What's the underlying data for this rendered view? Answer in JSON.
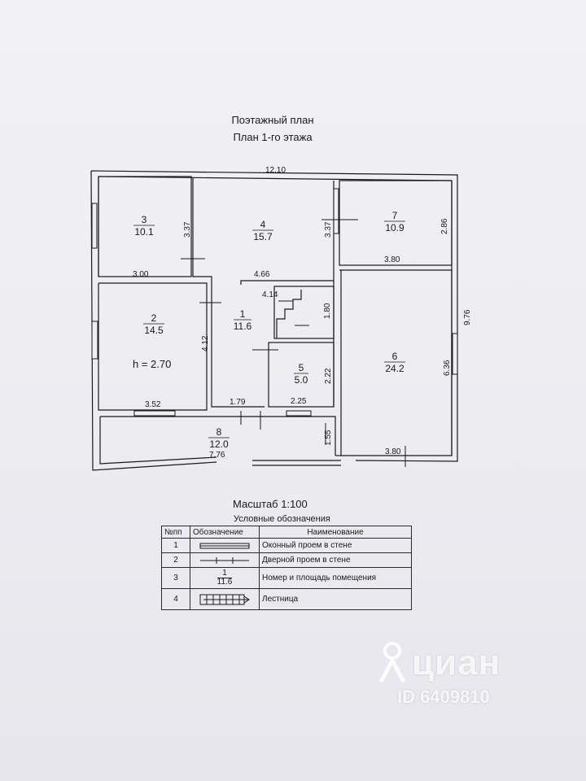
{
  "header": {
    "title": "Поэтажный план",
    "subtitle": "План 1-го этажа"
  },
  "dimensions": {
    "total_width": "12.10",
    "total_depth": "9.76",
    "room3_width": "3.00",
    "room3_depth": "3.37",
    "room4_width": "4.66",
    "room4_depth": "3.37",
    "room7_depth": "2.86",
    "room7_width": "3.80",
    "stair_width": "4.14",
    "stair_depth": "1.80",
    "room2_depth": "4.12",
    "room2_width": "3.52",
    "hall_width": "1.79",
    "room5_width": "2.25",
    "room5_depth": "2.22",
    "room6_depth": "6.36",
    "room6_width": "3.80",
    "room8_width": "7.76",
    "vestibule_depth": "1.55",
    "ceiling_height": "h = 2.70"
  },
  "rooms": [
    {
      "number": "1",
      "area": "11.6"
    },
    {
      "number": "2",
      "area": "14.5"
    },
    {
      "number": "3",
      "area": "10.1"
    },
    {
      "number": "4",
      "area": "15.7"
    },
    {
      "number": "5",
      "area": "5.0"
    },
    {
      "number": "6",
      "area": "24.2"
    },
    {
      "number": "7",
      "area": "10.9"
    },
    {
      "number": "8",
      "area": "12.0"
    }
  ],
  "scale": "Масштаб 1:100",
  "legend": {
    "title": "Условные обозначения",
    "headers": [
      "№пп",
      "Обозначение",
      "Наименование"
    ],
    "rows": [
      {
        "num": "1",
        "name": "Оконный проем в стене",
        "symbol": "window-symbol-icon"
      },
      {
        "num": "2",
        "name": "Дверной проем в стене",
        "symbol": "door-symbol-icon"
      },
      {
        "num": "3",
        "name": "Номер и площадь помещения",
        "sym_top": "1",
        "sym_bottom": "11.6"
      },
      {
        "num": "4",
        "name": "Лестница",
        "symbol": "stair-symbol-icon"
      }
    ]
  },
  "watermark": {
    "brand": "циан",
    "id": "ID 6409810"
  },
  "colors": {
    "ink": "#1a1a1a",
    "paper": "#eeeef3"
  }
}
